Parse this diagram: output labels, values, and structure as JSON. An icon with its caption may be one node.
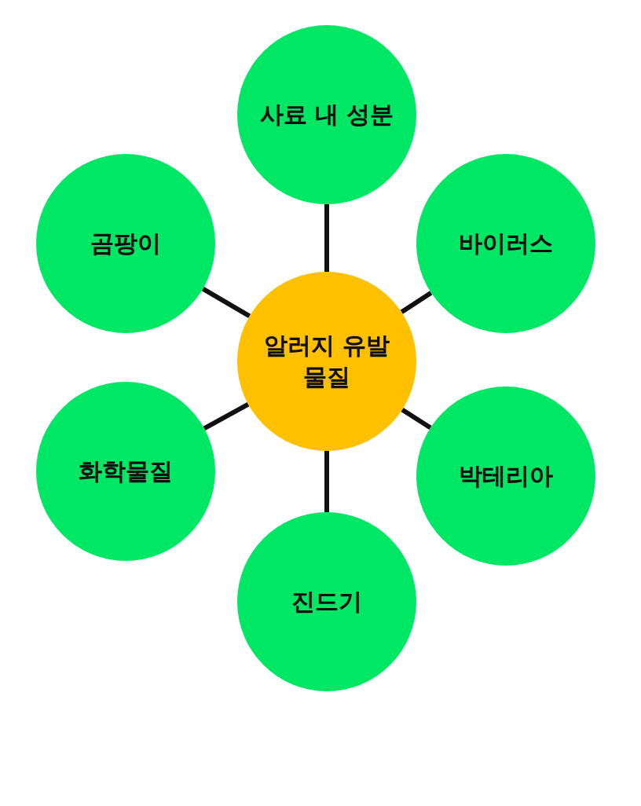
{
  "diagram": {
    "nodes": [
      {
        "text": [
          "알러지 유발 물질"
        ]
      },
      {
        "text": [
          "사료 내 성분"
        ]
      },
      {
        "text": [
          "바이러스"
        ]
      },
      {
        "text": [
          "박테리아"
        ]
      },
      {
        "text": [
          "진드기"
        ]
      },
      {
        "text": [
          "화학물질"
        ]
      },
      {
        "text": [
          "곰팡이"
        ]
      }
    ],
    "edges": [
      {
        "from": 0,
        "to": 1,
        "arrow": "none"
      },
      {
        "from": 0,
        "to": 2,
        "arrow": "none"
      },
      {
        "from": 0,
        "to": 3,
        "arrow": "none"
      },
      {
        "from": 0,
        "to": 4,
        "arrow": "none"
      },
      {
        "from": 0,
        "to": 5,
        "arrow": "none"
      },
      {
        "from": 0,
        "to": 6,
        "arrow": "none"
      }
    ]
  }
}
